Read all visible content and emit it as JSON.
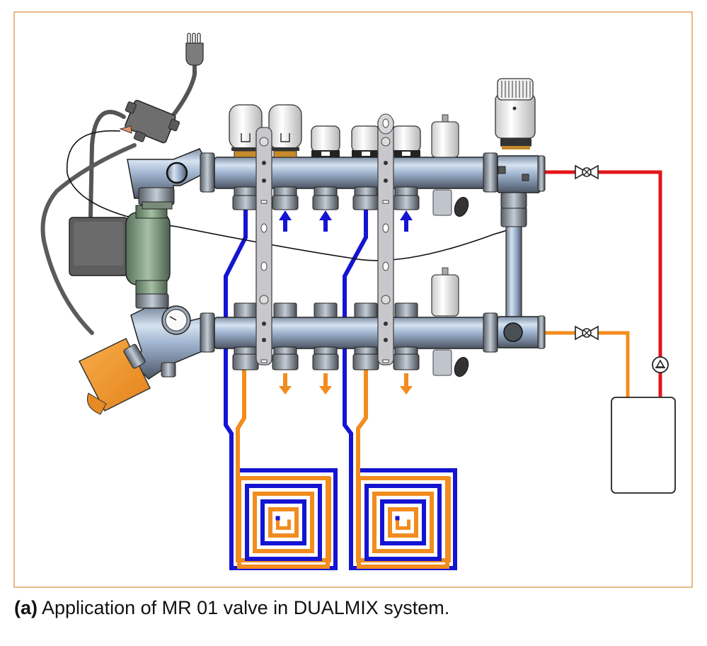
{
  "figure": {
    "caption_label": "(a)",
    "caption_text": " Application of MR 01 valve in DUALMIX system.",
    "colors": {
      "frame": "#e8b98a",
      "supply_pipe": "#e3161b",
      "return_pipe": "#f28c1e",
      "loop_blue": "#1414d2",
      "loop_orange": "#f28c1e",
      "pump_housing": "#7f9a7c",
      "actuator_box": "#f39a2d",
      "manifold_steel": "#a9bdd6"
    },
    "components": {
      "upper_manifold": "supply manifold with 5 outlets and thermo-electric actuators",
      "lower_manifold": "return manifold with 5 outlets",
      "mixing_valve": "MR 01 three-way thermostatic mixing valve",
      "circulation_pump": "circulation pump",
      "boiler": "heat source",
      "floor_loops": 2,
      "supply_arrows": 3,
      "return_arrows": 3
    }
  }
}
